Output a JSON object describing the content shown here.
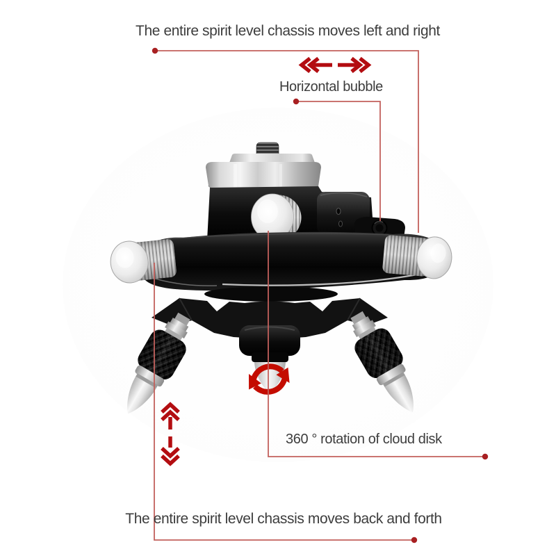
{
  "figure": {
    "captions": {
      "top": "The entire spirit level chassis moves left and right",
      "bubble": "Horizontal bubble",
      "rotation": "360 ° rotation of cloud disk",
      "bottom": "The entire spirit level chassis moves back and forth"
    },
    "icons": {
      "left_right": "left-right-double-chevron-arrows",
      "up_down": "up-down-double-chevron-arrows",
      "rotation": "circular-rotation-arrows"
    },
    "colors": {
      "callout_line": "#c2605c",
      "callout_dot": "#a82022",
      "arrow_glyph": "#b30d11",
      "rotation_glyph": "#c40c00",
      "caption_text": "#3d3d3d",
      "background": "#ffffff"
    }
  }
}
